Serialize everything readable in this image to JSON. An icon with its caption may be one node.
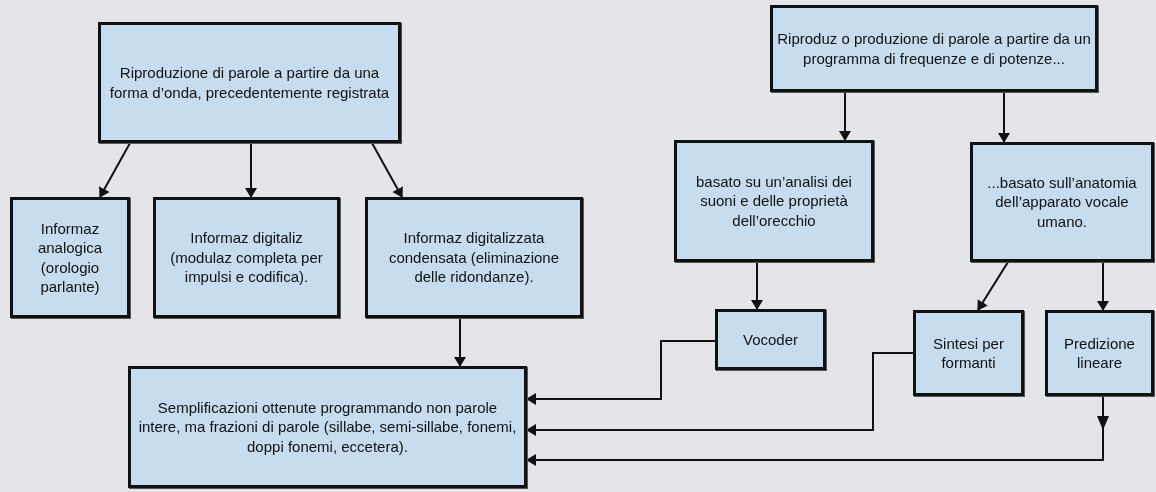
{
  "diagram": {
    "nodes": [
      {
        "text": [
          "Riproduzione di parole a partire da una forma d’onda, precedentemente registrata"
        ]
      },
      {
        "text": [
          "Informaz analogica (orologio parlante)"
        ]
      },
      {
        "text": [
          "Informaz digitaliz (modulaz completa per impulsi e codifica)."
        ]
      },
      {
        "text": [
          "Informaz digitalizzata condensata (eliminazione delle ridondanze)."
        ]
      },
      {
        "text": [
          "Semplificazioni ottenute programmando non parole intere, ma frazioni di parole (sillabe, semi-sillabe, fonemi, doppi fonemi, eccetera)."
        ]
      },
      {
        "text": [
          "Riproduz o produzione di parole a partire da un programma di frequenze e di potenze..."
        ]
      },
      {
        "text": [
          "basato su un’analisi dei suoni e delle proprietà dell’orecchio"
        ]
      },
      {
        "text": [
          "...basato sull’anatomia dell’apparato vocale umano."
        ]
      },
      {
        "text": [
          "Vocoder"
        ]
      },
      {
        "text": [
          "Sintesi per formanti"
        ]
      },
      {
        "text": [
          "Predizione lineare"
        ]
      }
    ],
    "edges": [
      {
        "from": 0,
        "to": 1,
        "arrow": "to"
      },
      {
        "from": 0,
        "to": 2,
        "arrow": "to"
      },
      {
        "from": 0,
        "to": 3,
        "arrow": "to"
      },
      {
        "from": 3,
        "to": 4,
        "arrow": "to"
      },
      {
        "from": 5,
        "to": 6,
        "arrow": "to"
      },
      {
        "from": 5,
        "to": 7,
        "arrow": "to"
      },
      {
        "from": 6,
        "to": 8,
        "arrow": "to"
      },
      {
        "from": 7,
        "to": 9,
        "arrow": "to"
      },
      {
        "from": 7,
        "to": 10,
        "arrow": "to"
      },
      {
        "from": 8,
        "to": 4,
        "arrow": "to"
      },
      {
        "from": 9,
        "to": 4,
        "arrow": "to"
      },
      {
        "from": 10,
        "to": 4,
        "arrow": "to"
      }
    ]
  }
}
